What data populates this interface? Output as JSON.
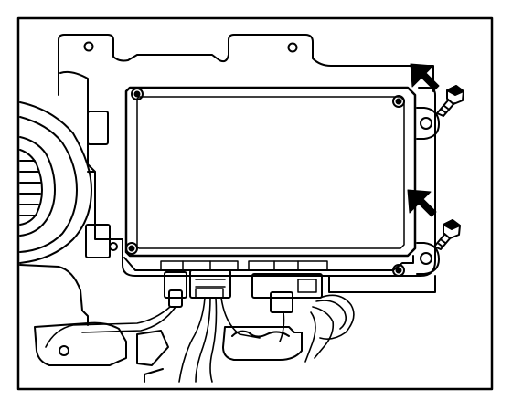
{
  "illustration": {
    "line_color": "#000000",
    "background_color": "#ffffff",
    "arrows": [
      "removal-arrow",
      "removal-arrow"
    ],
    "fasteners": [
      "bolt",
      "bolt"
    ]
  }
}
